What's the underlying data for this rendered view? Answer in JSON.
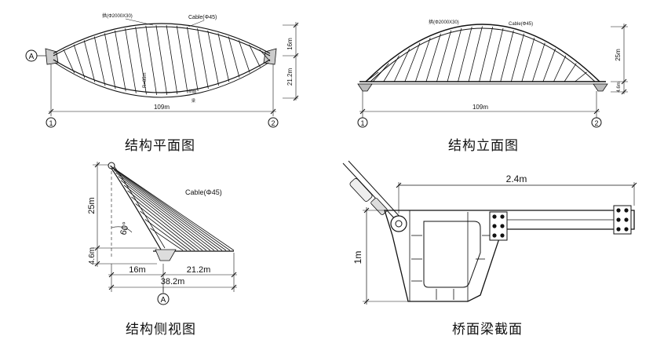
{
  "plan": {
    "caption": "结构平面图",
    "axis_a": "A",
    "axis_1": "1",
    "axis_2": "2",
    "span": "109m",
    "rise": "16m",
    "offset": "21.2m",
    "arch_label": "拱(Φ2000X30)",
    "cable_label": "Cable(Φ45)",
    "deck_note": "桥面",
    "deck_note2": "梁",
    "curve_note": "R=85m"
  },
  "elevation": {
    "caption": "结构立面图",
    "axis_1": "1",
    "axis_2": "2",
    "span": "109m",
    "height": "25m",
    "base": "4.6m",
    "arch_label": "拱(Φ2000X30)",
    "cable_label": "Cable(Φ45)"
  },
  "side": {
    "caption": "结构侧视图",
    "axis_a": "A",
    "cable_label": "Cable(Φ45)",
    "height": "25m",
    "base": "4.6m",
    "angle": "60°",
    "dim_left": "16m",
    "dim_right": "21.2m",
    "dim_total": "38.2m"
  },
  "section": {
    "caption": "桥面梁截面",
    "width": "2.4m",
    "depth": "1m"
  }
}
